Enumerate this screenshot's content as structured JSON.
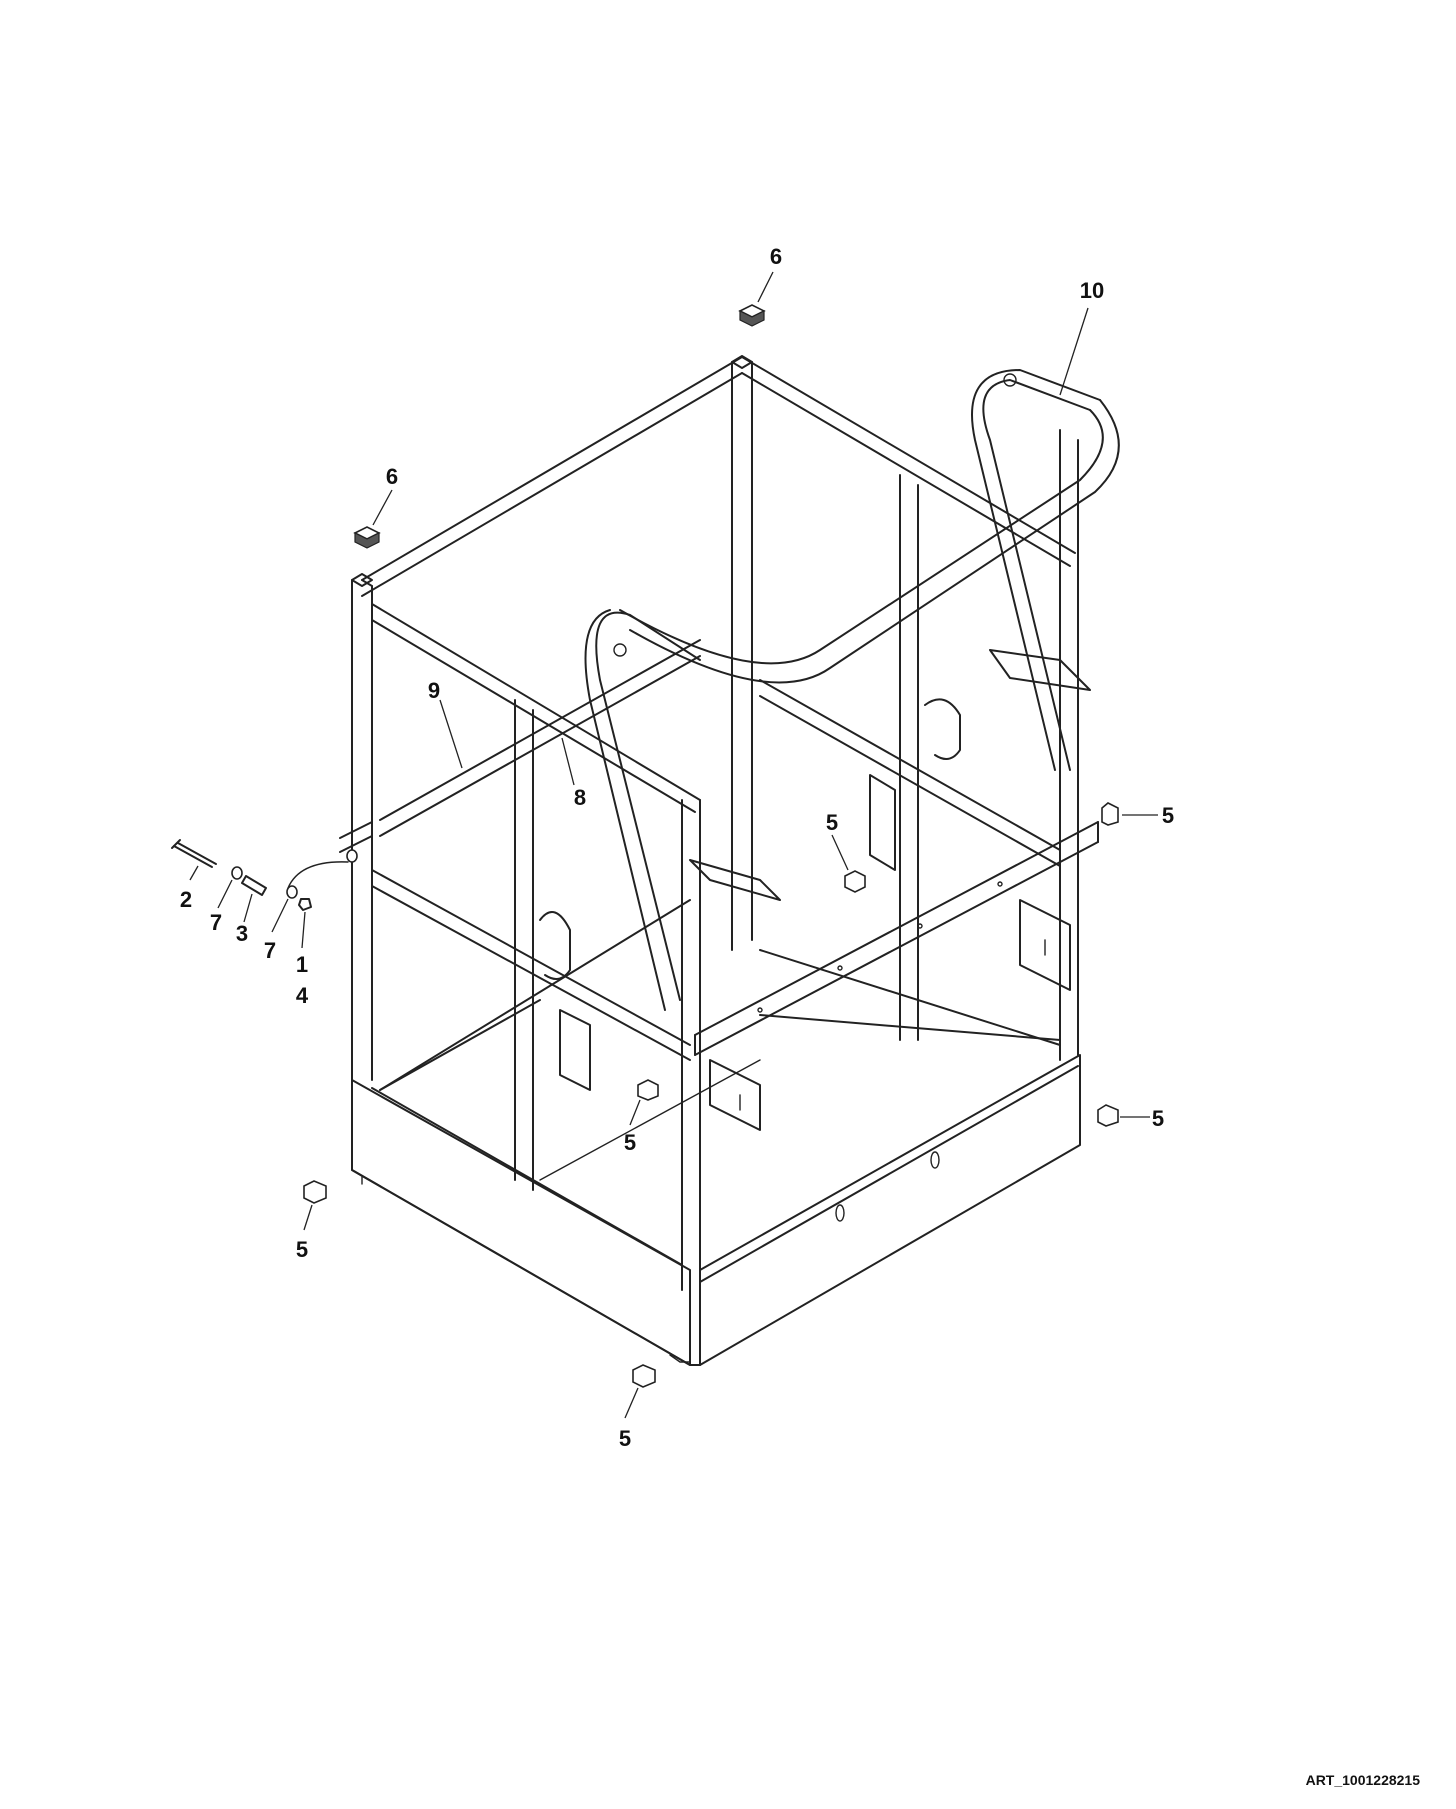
{
  "callouts": {
    "c1": "1",
    "c2": "2",
    "c3": "3",
    "c4": "4",
    "c5a": "5",
    "c5b": "5",
    "c5c": "5",
    "c5d": "5",
    "c5e": "5",
    "c5f": "5",
    "c6a": "6",
    "c6b": "6",
    "c7a": "7",
    "c7b": "7",
    "c8": "8",
    "c9": "9",
    "c10": "10"
  },
  "art_number": "ART_1001228215"
}
